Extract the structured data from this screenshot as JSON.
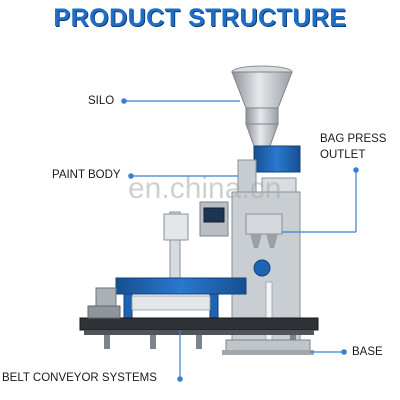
{
  "header": {
    "title": "PRODUCT STRUCTURE"
  },
  "labels": {
    "silo": "SILO",
    "paint_body": "PAINT BODY",
    "bag_press_line1": "BAG PRESS",
    "bag_press_line2": "OUTLET",
    "base": "BASE",
    "belt_conveyor": "BELT CONVEYOR SYSTEMS"
  },
  "watermark": {
    "text": "en.china.cn"
  },
  "colors": {
    "title": "#1f6fc8",
    "leader": "#3a7fd0",
    "machine_blue": "#1e64b4",
    "steel": "#c8cdd2"
  }
}
